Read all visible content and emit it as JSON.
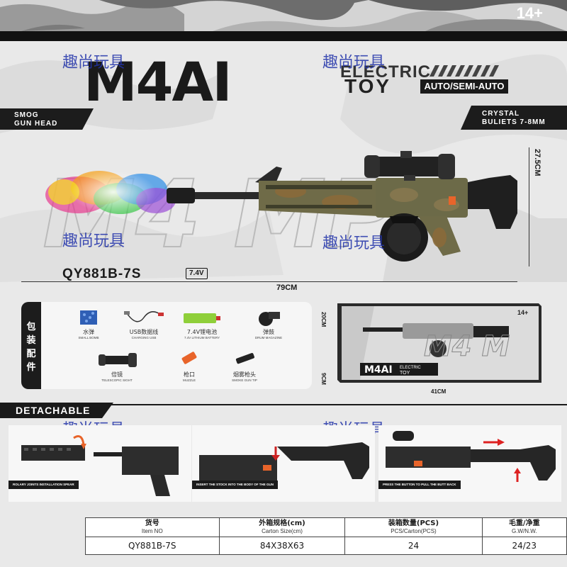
{
  "header": {
    "age_rating": "14+"
  },
  "title": {
    "model_name": "M4AI",
    "line1": "ELECTRIC",
    "line2": "TOY",
    "fire_mode": "AUTO/SEMI-AUTO",
    "overlay_text": "M4 MP"
  },
  "feature_left": {
    "line1": "SMOG",
    "line2": "GUN HEAD"
  },
  "feature_right": {
    "line1": "CRYSTAL",
    "line2": "BULIETS 7-8MM"
  },
  "watermark": "趣尚玩具",
  "product": {
    "item_no": "QY881B-7S",
    "voltage": "7.4V",
    "length": "79CM",
    "height": "27.5CM"
  },
  "accessories": {
    "heading": [
      "包",
      "装",
      "配",
      "件"
    ],
    "items": [
      {
        "zh": "水弹",
        "en": "SMALL BOMB",
        "icon": "water-beads-icon"
      },
      {
        "zh": "USB数据线",
        "en": "CHARGING USB",
        "icon": "usb-cable-icon"
      },
      {
        "zh": "7.4V锂电池",
        "en": "7.4V LITHIUM BATTERY",
        "icon": "battery-icon"
      },
      {
        "zh": "弹鼓",
        "en": "DRUM MAGAZINE",
        "icon": "drum-magazine-icon"
      },
      {
        "zh": "倍镜",
        "en": "TELESCOPIC SIGHT",
        "icon": "scope-icon"
      },
      {
        "zh": "枪口",
        "en": "MUZZLE",
        "icon": "muzzle-icon"
      },
      {
        "zh": "烟雾枪头",
        "en": "SMOKE GUN TIP",
        "icon": "smoke-tip-icon"
      }
    ]
  },
  "box": {
    "width": "41CM",
    "height": "20CM",
    "depth": "9CM",
    "age": "14+",
    "title": "M4AI",
    "sub": "ELECTRIC",
    "toy": "TOY"
  },
  "detachable": {
    "heading": "DETACHABLE",
    "steps": [
      "ROLARY JOINTS INSTALLATION SPEAR",
      "INSERT THE STOCK INTO THE BODY OF THE GUN",
      "PRESS THE BUTTON TO PULL THE BUTT BACK"
    ]
  },
  "spec_table": {
    "headers": [
      {
        "zh": "货号",
        "en": "Item NO"
      },
      {
        "zh": "外箱规格(cm)",
        "en": "Carton Size(cm)"
      },
      {
        "zh": "装箱数量(PCS)",
        "en": "PCS/Carton(PCS)"
      },
      {
        "zh": "毛重/净重",
        "en": "G.W/N.W."
      }
    ],
    "values": [
      "QY881B-7S",
      "84X38X63",
      "24",
      "24/23"
    ]
  },
  "colors": {
    "dark": "#1a1a1a",
    "camo_green": "#7a7a4e",
    "camo_brown": "#8a6a3a",
    "accent_orange": "#e8642a",
    "watermark_blue": "#2233aa"
  }
}
